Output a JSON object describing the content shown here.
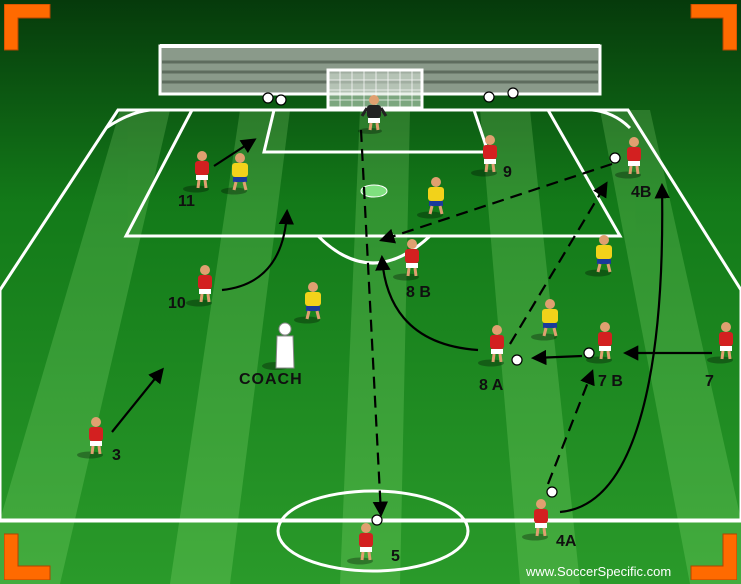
{
  "diagram": {
    "coach_label": "COACH",
    "watermark": "www.SoccerSpecific.com",
    "player_labels": {
      "p11": "11",
      "p10": "10",
      "p9": "9",
      "p8b": "8 B",
      "p8a": "8 A",
      "p7b": "7 B",
      "p7": "7",
      "p4b": "4B",
      "p4a": "4A",
      "p3": "3",
      "p5": "5"
    }
  },
  "colors": {
    "pitch_dark": "#0b4a12",
    "pitch_light": "#1f8a23",
    "line": "#ffffff",
    "corner_marker": "#ff6a00",
    "team_red": "#d32020",
    "team_yellow": "#f2d21a",
    "goalkeeper": "#222222"
  }
}
